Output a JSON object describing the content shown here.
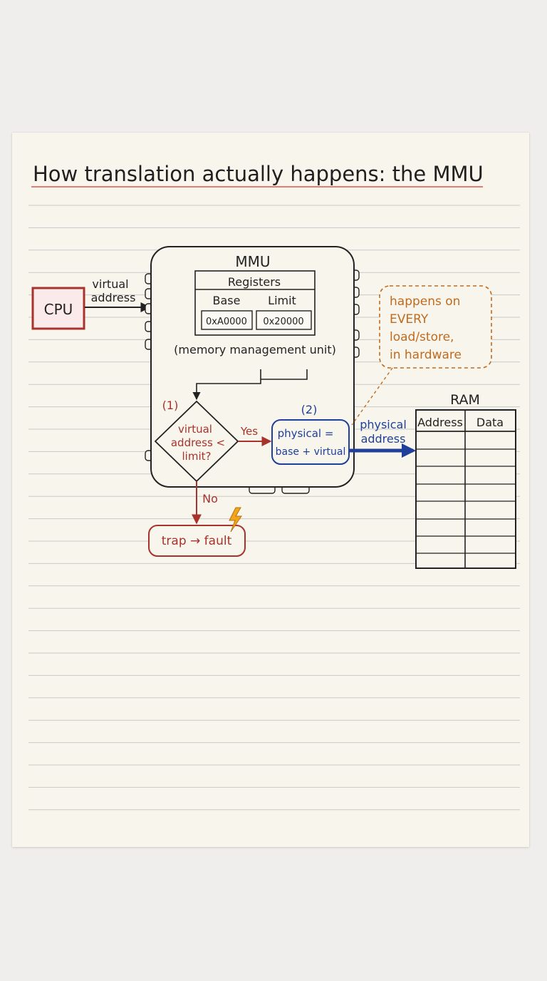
{
  "title": "How translation actually happens: the MMU",
  "cpu": {
    "label": "CPU"
  },
  "cpu_arrow": {
    "line1": "virtual",
    "line2": "address"
  },
  "mmu": {
    "label": "MMU",
    "subtitle": "(memory management unit)",
    "registers": {
      "header": "Registers",
      "base_label": "Base",
      "limit_label": "Limit",
      "base_value": "0xA0000",
      "limit_value": "0x20000"
    }
  },
  "decision": {
    "step": "(1)",
    "line1": "virtual",
    "line2": "address <",
    "line3": "limit?",
    "yes_label": "Yes",
    "no_label": "No"
  },
  "compute": {
    "step": "(2)",
    "line1": "physical =",
    "line2": "base + virtual"
  },
  "fault": {
    "label": "trap → fault"
  },
  "physical_arrow": {
    "line1": "physical",
    "line2": "address"
  },
  "note": {
    "line1": "happens on",
    "line2": "EVERY",
    "line3": "load/store,",
    "line4": "in hardware"
  },
  "ram": {
    "label": "RAM",
    "columns": [
      "Address",
      "Data"
    ]
  },
  "colors": {
    "paper": "#f8f6ec",
    "rule_line": "#c9c9c9",
    "title_underline": "#d9534f",
    "ink": "#222222",
    "red": "#a8322c",
    "blue": "#1e3f9a",
    "orange": "#c06a1f",
    "cpu_fill": "#fbeaea",
    "bolt": "#f2a51a"
  }
}
